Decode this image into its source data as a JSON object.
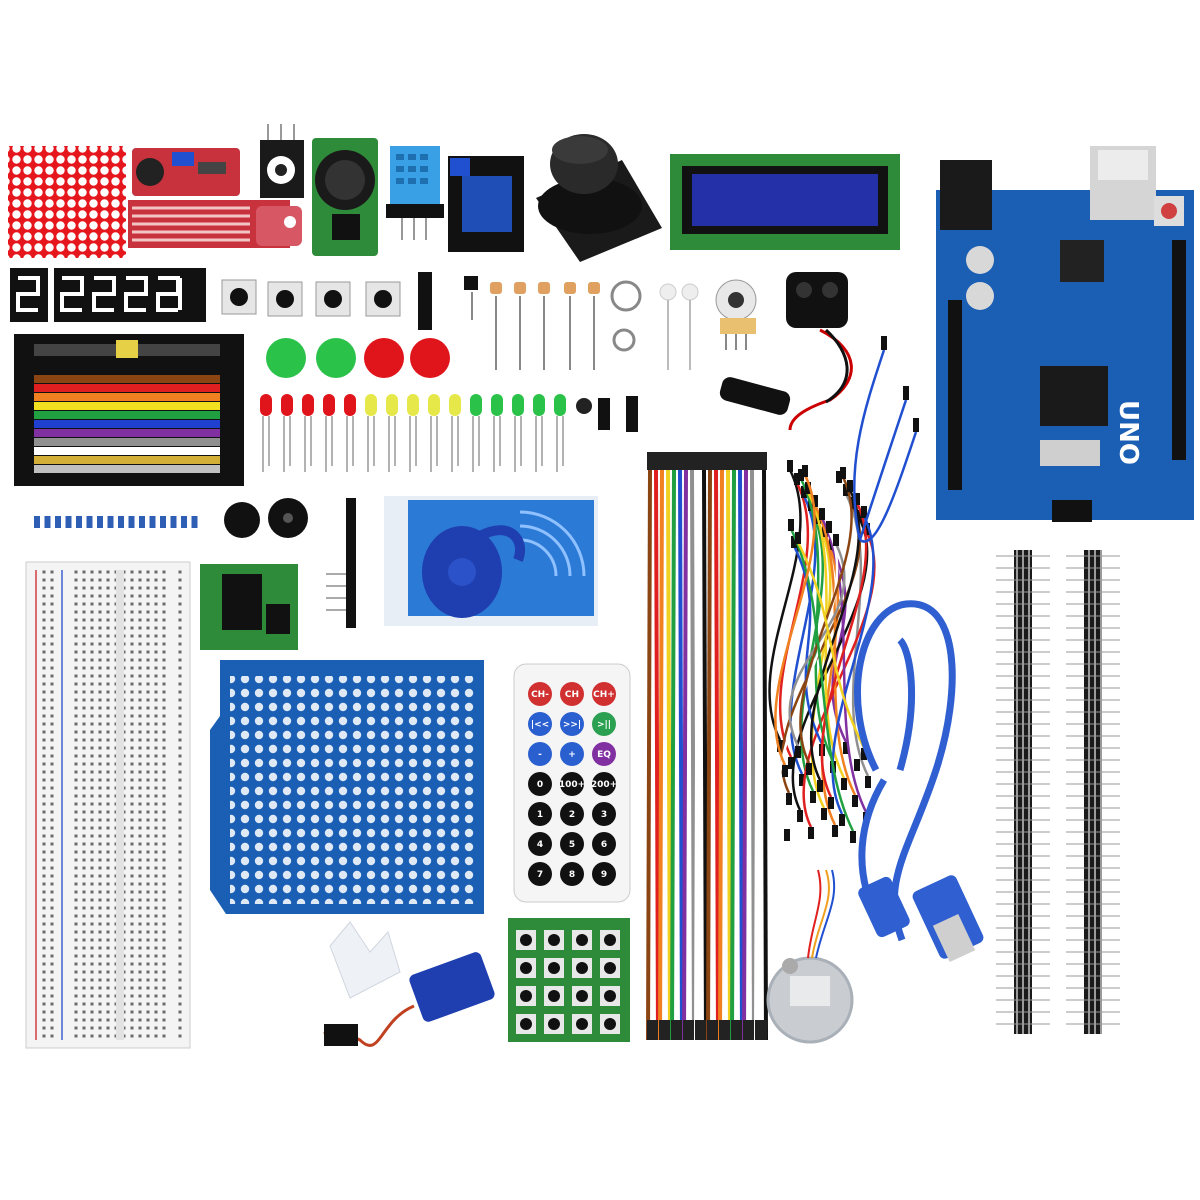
{
  "colors": {
    "pcb_blue": "#1a5fb4",
    "pcb_green": "#2e8b3a",
    "pcb_red": "#c8323c",
    "lcd_blue": "#2330a8",
    "led_red": "#e0151b",
    "led_green": "#2bc24a",
    "led_yellow": "#e6e84a"
  },
  "uno_board": {
    "label": "UNO"
  },
  "resistor_card_colors": [
    "#111111",
    "#8b4513",
    "#e02020",
    "#f08020",
    "#f0e020",
    "#20a040",
    "#2040d0",
    "#8030a0",
    "#909090",
    "#ffffff",
    "#d4af37",
    "#c0c0c0"
  ],
  "wire_colors": [
    "#8b4513",
    "#e02020",
    "#f08020",
    "#f0d020",
    "#20a040",
    "#2050d0",
    "#8030a0",
    "#909090",
    "#ffffff",
    "#111111"
  ],
  "remote_buttons": [
    "CH-",
    "CH",
    "CH+",
    "|<<",
    ">>|",
    ">||",
    "-",
    "+",
    "EQ",
    "0",
    "100+",
    "200+",
    "1",
    "2",
    "3",
    "4",
    "5",
    "6",
    "7",
    "8",
    "9"
  ],
  "big_led_colors": [
    "#2bc24a",
    "#2bc24a",
    "#e0151b",
    "#e0151b"
  ]
}
